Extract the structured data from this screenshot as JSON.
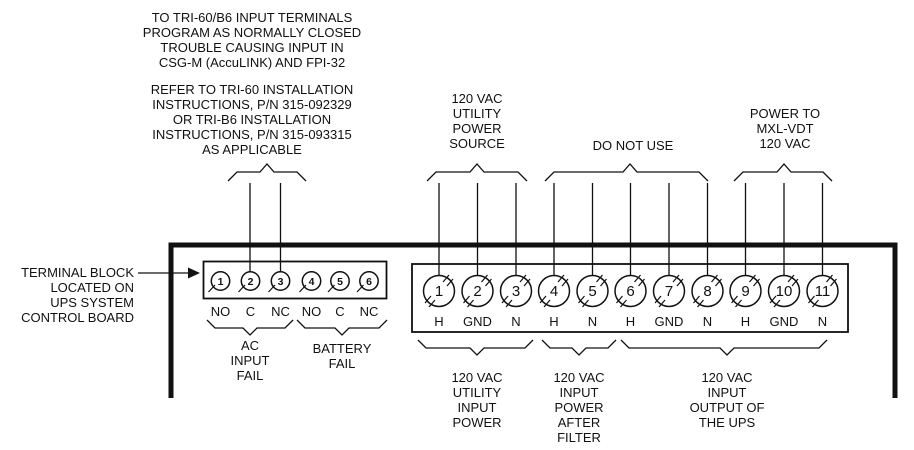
{
  "notes": {
    "tri_inputs": {
      "para1": [
        "TO TRI-60/B6 INPUT TERMINALS",
        "PROGRAM AS NORMALLY CLOSED",
        "TROUBLE CAUSING INPUT IN",
        "CSG-M (AccuLINK) AND FPI-32"
      ],
      "para2": [
        "REFER TO TRI-60 INSTALLATION",
        "INSTRUCTIONS, P/N 315-092329",
        "OR TRI-B6 INSTALLATION",
        "INSTRUCTIONS, P/N 315-093315",
        "AS APPLICABLE"
      ]
    },
    "terminal_block_location": [
      "TERMINAL BLOCK",
      "LOCATED ON",
      "UPS SYSTEM",
      "CONTROL BOARD"
    ]
  },
  "top_labels": {
    "utility_power_source": [
      "120 VAC",
      "UTILITY",
      "POWER",
      "SOURCE"
    ],
    "do_not_use": "DO NOT USE",
    "power_to_mxl_vdt": [
      "POWER TO",
      "MXL-VDT",
      "120 VAC"
    ]
  },
  "relay_block": {
    "terminals": [
      {
        "num": "1",
        "label": "NO"
      },
      {
        "num": "2",
        "label": "C"
      },
      {
        "num": "3",
        "label": "NC"
      },
      {
        "num": "4",
        "label": "NO"
      },
      {
        "num": "5",
        "label": "C"
      },
      {
        "num": "6",
        "label": "NC"
      }
    ],
    "groups": {
      "ac_input_fail": [
        "AC",
        "INPUT",
        "FAIL"
      ],
      "battery_fail": [
        "BATTERY",
        "FAIL"
      ]
    }
  },
  "power_block": {
    "terminals": [
      {
        "num": "1",
        "label": "H"
      },
      {
        "num": "2",
        "label": "GND"
      },
      {
        "num": "3",
        "label": "N"
      },
      {
        "num": "4",
        "label": "H"
      },
      {
        "num": "5",
        "label": "N"
      },
      {
        "num": "6",
        "label": "H"
      },
      {
        "num": "7",
        "label": "GND"
      },
      {
        "num": "8",
        "label": "N"
      },
      {
        "num": "9",
        "label": "H"
      },
      {
        "num": "10",
        "label": "GND"
      },
      {
        "num": "11",
        "label": "N"
      }
    ]
  },
  "bottom_labels": {
    "utility_input_power": [
      "120 VAC",
      "UTILITY",
      "INPUT",
      "POWER"
    ],
    "input_power_after_filter": [
      "120 VAC",
      "INPUT",
      "POWER",
      "AFTER",
      "FILTER"
    ],
    "input_output_of_ups": [
      "120 VAC",
      "INPUT",
      "OUTPUT OF",
      "THE UPS"
    ]
  },
  "colors": {
    "line": "#111111",
    "background": "#ffffff"
  }
}
